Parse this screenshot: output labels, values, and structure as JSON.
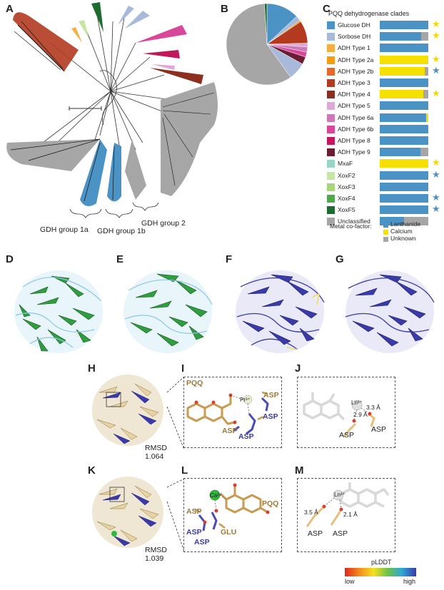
{
  "panels": {
    "A": "A",
    "B": "B",
    "C": "C",
    "D": "D",
    "E": "E",
    "F": "F",
    "G": "G",
    "H": "H",
    "I": "I",
    "J": "J",
    "K": "K",
    "L": "L",
    "M": "M"
  },
  "tree_labels": {
    "g1a": "GDH group 1a",
    "g1b": "GDH group 1b",
    "g2": "GDH group 2"
  },
  "clades_title": "PQQ dehydrogenase clades",
  "clades": [
    {
      "name": "Glucose DH",
      "color": "#4b92c5",
      "lanthanide": 1.0,
      "calcium": 0.0,
      "unknown": 0.0,
      "star": "yellow"
    },
    {
      "name": "Sorbose DH",
      "color": "#a9b9d9",
      "lanthanide": 0.86,
      "calcium": 0.0,
      "unknown": 0.14,
      "star": "yellow"
    },
    {
      "name": "ADH Type 1",
      "color": "#f5b041",
      "lanthanide": 1.0,
      "calcium": 0.0,
      "unknown": 0.0,
      "star": ""
    },
    {
      "name": "ADH Type 2a",
      "color": "#f39c12",
      "lanthanide": 0.0,
      "calcium": 1.0,
      "unknown": 0.0,
      "star": "yellow"
    },
    {
      "name": "ADH Type 2b",
      "color": "#e8682a",
      "lanthanide": 0.0,
      "calcium": 0.92,
      "unknown": 0.08,
      "star": "blue"
    },
    {
      "name": "ADH Type 3",
      "color": "#b33a1f",
      "lanthanide": 1.0,
      "calcium": 0.0,
      "unknown": 0.0,
      "star": ""
    },
    {
      "name": "ADH Type 4",
      "color": "#8c2f1e",
      "lanthanide": 0.0,
      "calcium": 0.9,
      "unknown": 0.1,
      "star": "yellow"
    },
    {
      "name": "ADH Type 5",
      "color": "#e0a8d8",
      "lanthanide": 1.0,
      "calcium": 0.0,
      "unknown": 0.0,
      "star": ""
    },
    {
      "name": "ADH Type 6a",
      "color": "#cc79b7",
      "lanthanide": 0.96,
      "calcium": 0.04,
      "unknown": 0.0,
      "star": ""
    },
    {
      "name": "ADH Type 6b",
      "color": "#d9479a",
      "lanthanide": 1.0,
      "calcium": 0.0,
      "unknown": 0.0,
      "star": ""
    },
    {
      "name": "ADH Type 8",
      "color": "#c2185b",
      "lanthanide": 1.0,
      "calcium": 0.0,
      "unknown": 0.0,
      "star": ""
    },
    {
      "name": "ADH Type 9",
      "color": "#6d1d33",
      "lanthanide": 0.84,
      "calcium": 0.0,
      "unknown": 0.16,
      "star": ""
    },
    {
      "name": "MxaF",
      "color": "#99d5c4",
      "lanthanide": 0.0,
      "calcium": 1.0,
      "unknown": 0.0,
      "star": "yellow"
    },
    {
      "name": "XoxF2",
      "color": "#c7e6a4",
      "lanthanide": 1.0,
      "calcium": 0.0,
      "unknown": 0.0,
      "star": "blue"
    },
    {
      "name": "XoxF3",
      "color": "#a5d67a",
      "lanthanide": 1.0,
      "calcium": 0.0,
      "unknown": 0.0,
      "star": ""
    },
    {
      "name": "XoxF4",
      "color": "#4fa84a",
      "lanthanide": 1.0,
      "calcium": 0.0,
      "unknown": 0.0,
      "star": "blue"
    },
    {
      "name": "XoxF5",
      "color": "#1e6b30",
      "lanthanide": 1.0,
      "calcium": 0.0,
      "unknown": 0.0,
      "star": "blue"
    },
    {
      "name": "Unclassified",
      "color": "#a6a6a6",
      "lanthanide": 0.5,
      "calcium": 0.0,
      "unknown": 0.5,
      "star": ""
    }
  ],
  "metal_legend": {
    "title": "Metal co-factor:",
    "items": [
      {
        "label": "Lanthanide",
        "color": "#4b92c5"
      },
      {
        "label": "Calcium",
        "color": "#f5e000"
      },
      {
        "label": "Unknown",
        "color": "#a6a6a6"
      }
    ]
  },
  "chart_data": {
    "type": "pie",
    "slices": [
      {
        "color": "#4b92c5",
        "value": 13
      },
      {
        "color": "#a9b9d9",
        "value": 2
      },
      {
        "color": "#f39c12",
        "value": 0.6
      },
      {
        "color": "#b33a1f",
        "value": 9
      },
      {
        "color": "#e0a8d8",
        "value": 1.5
      },
      {
        "color": "#cc79b7",
        "value": 2
      },
      {
        "color": "#d9479a",
        "value": 2
      },
      {
        "color": "#6d1d33",
        "value": 3
      },
      {
        "color": "#a9b9d9",
        "value": 7
      },
      {
        "color": "#a6a6a6",
        "value": 58.9
      },
      {
        "color": "#1e6b30",
        "value": 1
      }
    ]
  },
  "structure_labels": {
    "I": {
      "pqq": "PQQ",
      "ion": "Pr³⁺",
      "a1": "ASP",
      "a2": "ASP",
      "a3": "ASP",
      "a4": "ASP"
    },
    "J": {
      "ion": "Ln³⁺",
      "d1": "3.3 Å",
      "d2": "2.9 Å",
      "a1": "ASP",
      "a2": "ASP"
    },
    "L": {
      "ion": "Ca²⁺",
      "pqq": "PQQ",
      "a1": "ASP",
      "a2": "ASP",
      "a3": "ASP",
      "glu": "GLU"
    },
    "M": {
      "ion": "Ln³⁺",
      "d1": "3.5 Å",
      "d2": "2.1 Å",
      "a1": "ASP",
      "a2": "ASP"
    }
  },
  "rmsd": {
    "H_label": "RMSD",
    "H_value": "1.064",
    "K_label": "RMSD",
    "K_value": "1.039"
  },
  "plddt": {
    "title": "pLDDT",
    "low": "low",
    "high": "high"
  }
}
